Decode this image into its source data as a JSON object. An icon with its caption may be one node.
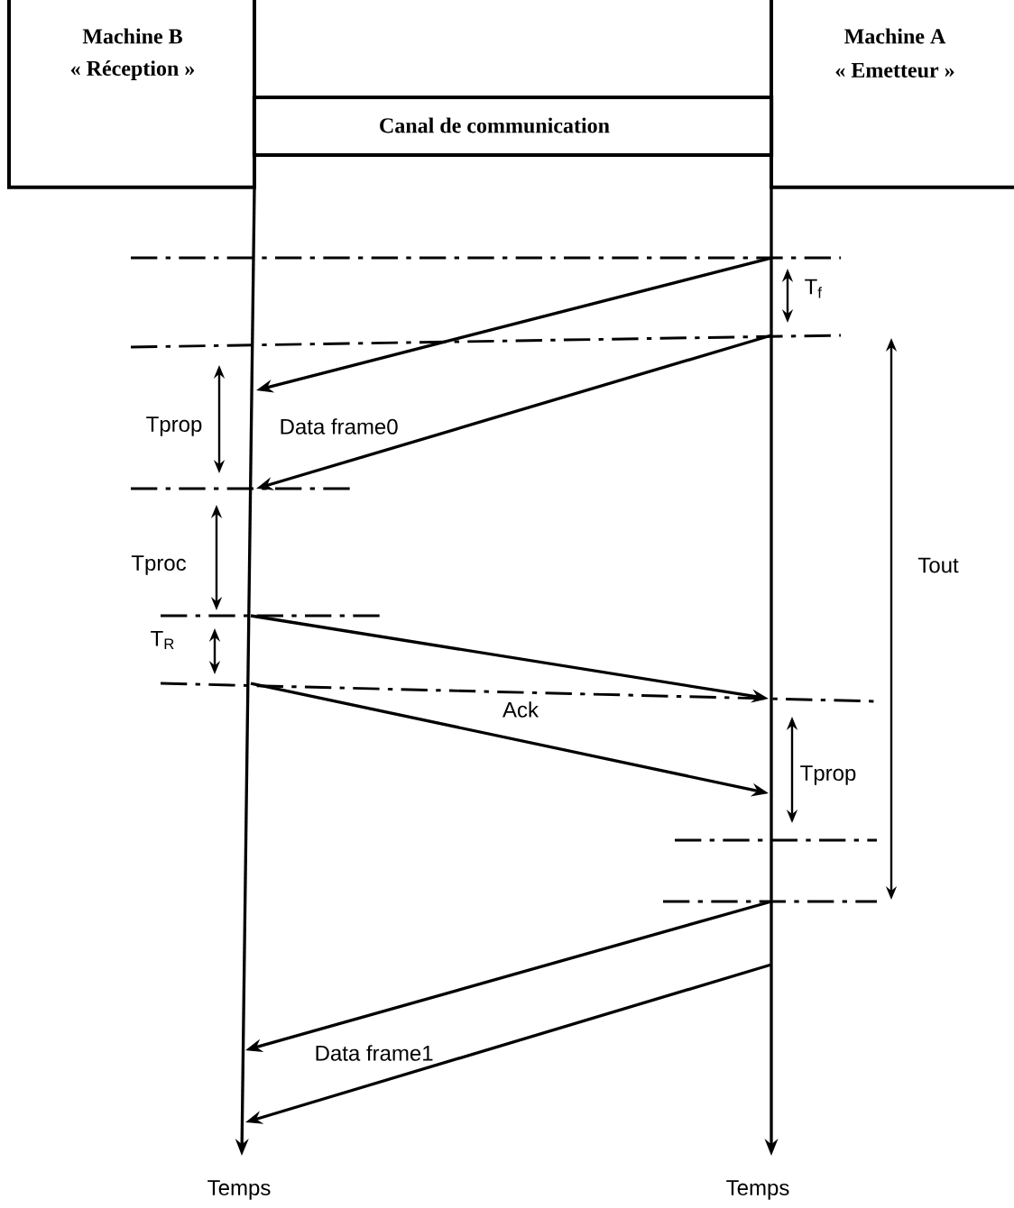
{
  "diagram": {
    "nodes": [
      {
        "text": [
          "Machine B",
          "« Réception »"
        ]
      },
      {
        "text": [
          "Canal de communication"
        ]
      },
      {
        "text": [
          "Machine A",
          "« Emetteur »"
        ]
      },
      {
        "text": [
          "Temps"
        ]
      },
      {
        "text": [
          "Temps"
        ]
      }
    ],
    "edges": [
      {
        "from": 0,
        "to": 3,
        "arrow": "to"
      },
      {
        "from": 2,
        "to": 4,
        "arrow": "to"
      }
    ],
    "labels": [
      "T$_{f}$",
      "Tprop",
      "Data frame0",
      "Tproc",
      "Tout",
      "T$_{R}$",
      "Ack",
      "Tprop",
      "Data frame1"
    ]
  }
}
